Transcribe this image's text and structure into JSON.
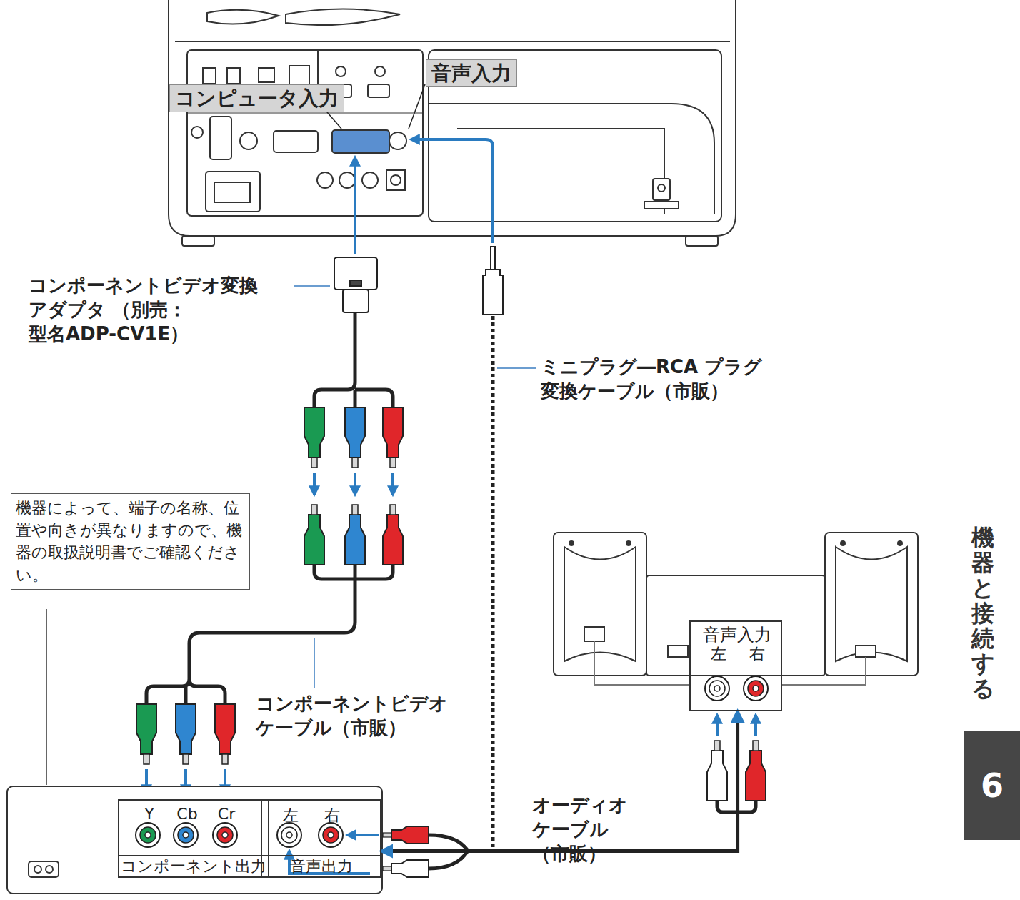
{
  "diagram": {
    "nodes": [
      {
        "text": [
          "コンピュータ入力"
        ]
      },
      {
        "text": [
          "音声入力"
        ]
      },
      {
        "text": [
          "機器によって、端子の名称、位置や向きが異なりますので、機器の取扱説明書でご確認ください。"
        ]
      },
      {
        "text": [
          "Y",
          "Cb",
          "Cr",
          "コンポーネント出力"
        ]
      },
      {
        "text": [
          "左",
          "右",
          "音声出力"
        ]
      },
      {
        "text": [
          "音声入力",
          "左",
          "右"
        ]
      },
      {
        "text": [
          "6"
        ]
      }
    ],
    "edges": [
      {
        "from": 4,
        "to": 5,
        "arrow": "both"
      }
    ],
    "labels": [
      "コンポーネントビデオ変換 アダプタ （別売：型名ADP-CV1E）",
      "ミニプラグ―RCA プラグ 変換ケーブル（市販）",
      "コンポーネントビデオ ケーブル（市販）",
      "オーディオ ケーブル（市販）",
      "機器と接続する"
    ]
  }
}
